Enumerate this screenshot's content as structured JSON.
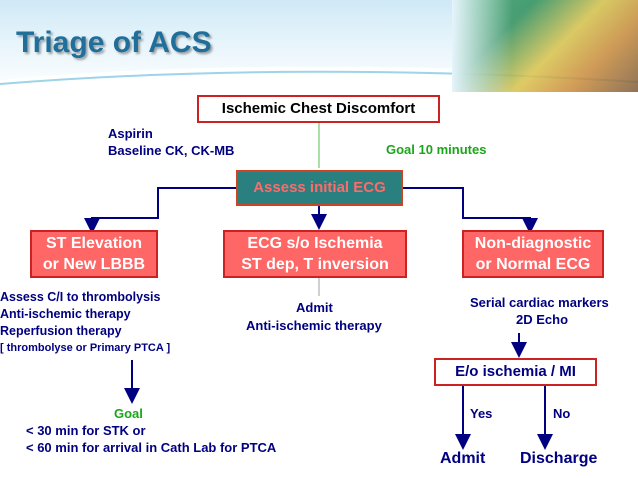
{
  "title": "Triage of ACS",
  "start_box": "Ischemic Chest Discomfort",
  "initial_orders": [
    "Aspirin",
    "Baseline CK, CK-MB"
  ],
  "goal_top": "Goal 10 minutes",
  "assess_box": "Assess initial ECG",
  "branches": {
    "st_elevation": {
      "box": [
        "ST Elevation",
        "or New LBBB"
      ],
      "actions": [
        "Assess C/I to thrombolysis",
        "Anti-ischemic therapy",
        "Reperfusion therapy",
        "[ thrombolyse or Primary PTCA ]"
      ],
      "goal_label": "Goal",
      "goal_lines": [
        "< 30 min for STK   or",
        "< 60 min for arrival in Cath Lab for PTCA"
      ]
    },
    "ischemia": {
      "box": [
        "ECG s/o Ischemia",
        "ST dep, T inversion"
      ],
      "actions": [
        "Admit",
        "Anti-ischemic therapy"
      ]
    },
    "non_diagnostic": {
      "box": [
        "Non-diagnostic",
        "or Normal ECG"
      ],
      "actions": [
        "Serial cardiac markers",
        "2D Echo"
      ],
      "decision_box": "E/o ischemia / MI",
      "yes_label": "Yes",
      "no_label": "No",
      "yes_outcome": "Admit",
      "no_outcome": "Discharge"
    }
  },
  "colors": {
    "title": "#1f6f9a",
    "text": "#000080",
    "goal": "#1aa61a",
    "box_fill": "#ff6666",
    "box_border": "#cc2222",
    "assess_fill": "#2a7f7f"
  }
}
